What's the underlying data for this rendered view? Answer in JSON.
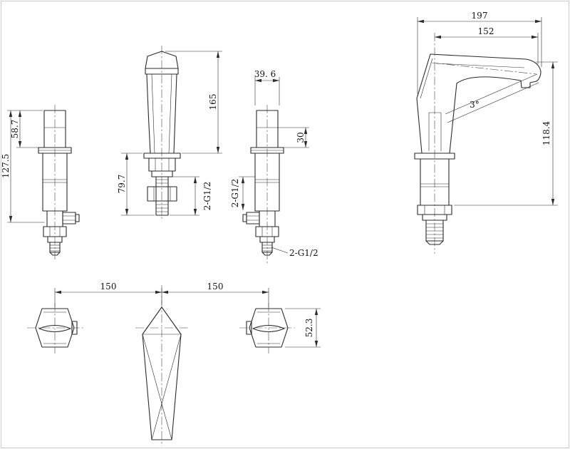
{
  "drawing": {
    "background": "#ffffff",
    "line_color": "#2b2b2b",
    "views": {
      "left_valve": {
        "dims": {
          "upper_height": "58.7",
          "total_height": "127.5"
        }
      },
      "spout_front": {
        "dims": {
          "height": "165",
          "shank_height": "79.7",
          "shank_thread": "2-G1/2"
        }
      },
      "right_valve": {
        "dims": {
          "body_width": "39. 6",
          "stem_depth": "30",
          "side_thread": "2-G1/2",
          "bottom_thread": "2-G1/2"
        }
      },
      "spout_side": {
        "dims": {
          "total_reach": "197",
          "spout_reach": "152",
          "outlet_angle": "3°",
          "height": "118.4"
        }
      },
      "plan": {
        "dims": {
          "left_spacing": "150",
          "right_spacing": "150",
          "handle_height": "52.3"
        }
      }
    }
  }
}
